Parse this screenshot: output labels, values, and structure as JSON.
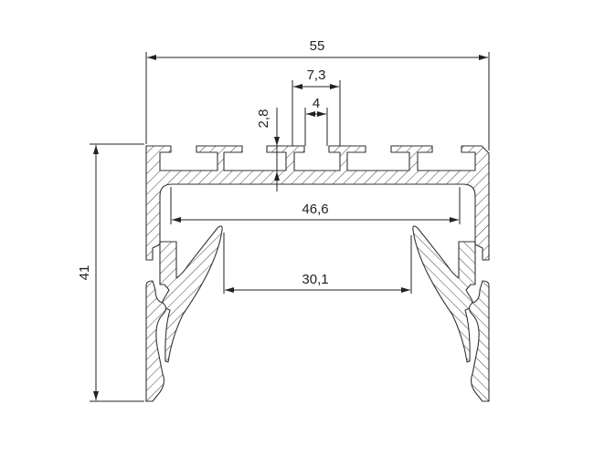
{
  "dimensions": {
    "overall_width": "55",
    "overall_height": "41",
    "slot_pitch": "7,3",
    "slot_opening": "4",
    "slot_depth": "2,8",
    "inner_width": "46,6",
    "reflector_opening": "30,1"
  },
  "colors": {
    "line": "#222222",
    "background": "#ffffff"
  }
}
